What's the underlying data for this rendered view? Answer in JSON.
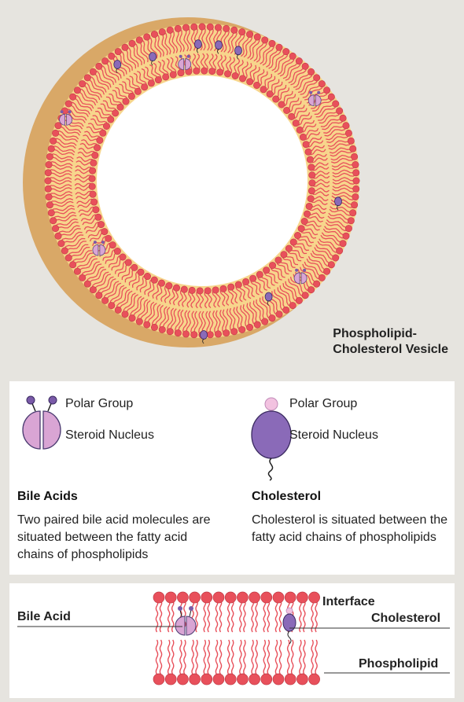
{
  "vesicle": {
    "label_line1": "Phospholipid-",
    "label_line2": "Cholesterol Vesicle"
  },
  "legend": {
    "bile": {
      "polar_label": "Polar Group",
      "nucleus_label": "Steroid Nucleus",
      "title": "Bile Acids",
      "description": "Two paired bile acid molecules are situated between the fatty acid chains of phospholipids"
    },
    "cholesterol": {
      "polar_label": "Polar Group",
      "nucleus_label": "Steroid Nucleus",
      "title": "Cholesterol",
      "description": "Cholesterol is situated between the fatty acid chains of phospholipids"
    }
  },
  "bilayer": {
    "bile_acid_label": "Bile Acid",
    "interface_label": "Interface",
    "cholesterol_label": "Cholesterol",
    "phospholipid_label": "Phospholipid"
  },
  "colors": {
    "background": "#e6e4df",
    "lipid_head": "#e8505b",
    "lipid_tail": "#e8505b",
    "membrane_fill": "#f7d58c",
    "outer_shadow": "#d9a867",
    "bile_fill": "#d9a5d4",
    "bile_head": "#7a5aa8",
    "cholesterol_fill": "#8a6ab8",
    "cholesterol_head": "#f2b8d6"
  }
}
